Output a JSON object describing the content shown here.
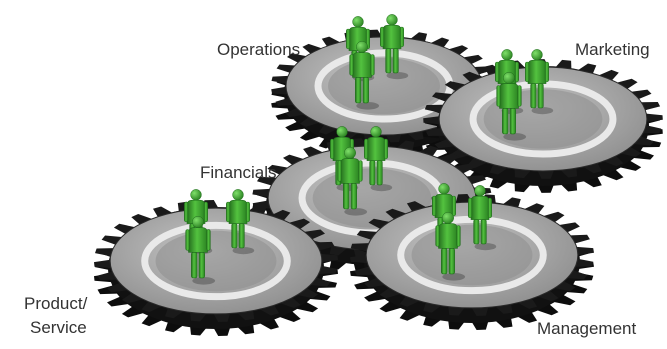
{
  "labels": {
    "operations": "Operations",
    "marketing": "Marketing",
    "financials": "Financials",
    "product_line1": "Product/",
    "product_line2": "Service",
    "management": "Management"
  },
  "colors": {
    "gear_dark": "#1a1a1a",
    "gear_face": "#a8a8a8",
    "gear_ring": "#e9e9e9",
    "gear_hub": "#8e8e8e",
    "person_green": "#3ea830",
    "person_green_dark": "#1f6d1b",
    "text": "#333333"
  }
}
